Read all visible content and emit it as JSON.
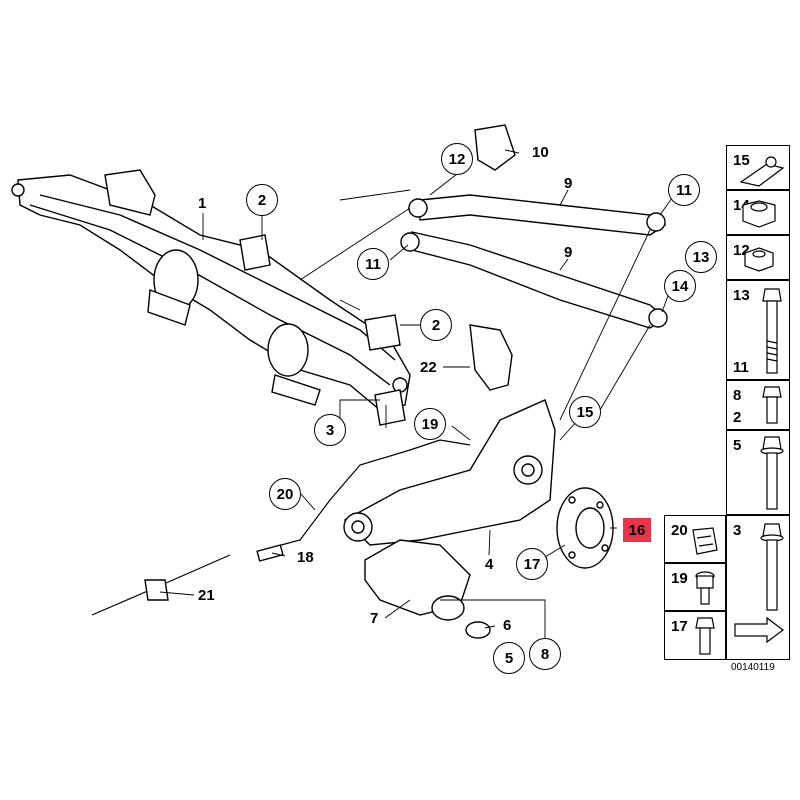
{
  "callouts": {
    "c1": "1",
    "c2a": "2",
    "c2b": "2",
    "c3": "3",
    "c4": "4",
    "c5": "5",
    "c6": "6",
    "c7": "7",
    "c8": "8",
    "c9a": "9",
    "c9b": "9",
    "c10": "10",
    "c11a": "11",
    "c11b": "11",
    "c12": "12",
    "c13": "13",
    "c14": "14",
    "c15": "15",
    "c16": "16",
    "c17": "17",
    "c18": "18",
    "c19": "19",
    "c20": "20",
    "c21": "21",
    "c22": "22"
  },
  "panel": {
    "items": [
      {
        "label": "15"
      },
      {
        "label": "14"
      },
      {
        "label": "12"
      },
      {
        "label": "13"
      },
      {
        "label": "11"
      },
      {
        "label": "8"
      },
      {
        "label": "2"
      },
      {
        "label": "5"
      },
      {
        "label": "3"
      },
      {
        "label": "20"
      },
      {
        "label": "19"
      },
      {
        "label": "17"
      }
    ]
  },
  "diagram_id": "00140119",
  "colors": {
    "highlight": "#e8354a",
    "line": "#000000"
  }
}
